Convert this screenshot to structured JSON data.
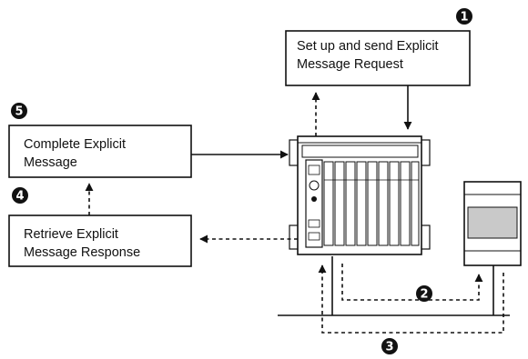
{
  "boxes": {
    "setup_request": {
      "line1": "Set up and send Explicit",
      "line2": "Message Request"
    },
    "complete_message": {
      "line1": "Complete Explicit",
      "line2": "Message"
    },
    "retrieve_response": {
      "line1": "Retrieve Explicit",
      "line2": "Message Response"
    }
  },
  "steps": {
    "step1": "1",
    "step2": "2",
    "step3": "3",
    "step4": "4",
    "step5": "5"
  },
  "colors": {
    "ink": "#111111",
    "panel_fill": "#ffffff",
    "device_band": "#c9c9c9",
    "background": "#ffffff"
  },
  "icons": {
    "chassis": "io-chassis-icon",
    "remote_device": "remote-device-icon"
  }
}
